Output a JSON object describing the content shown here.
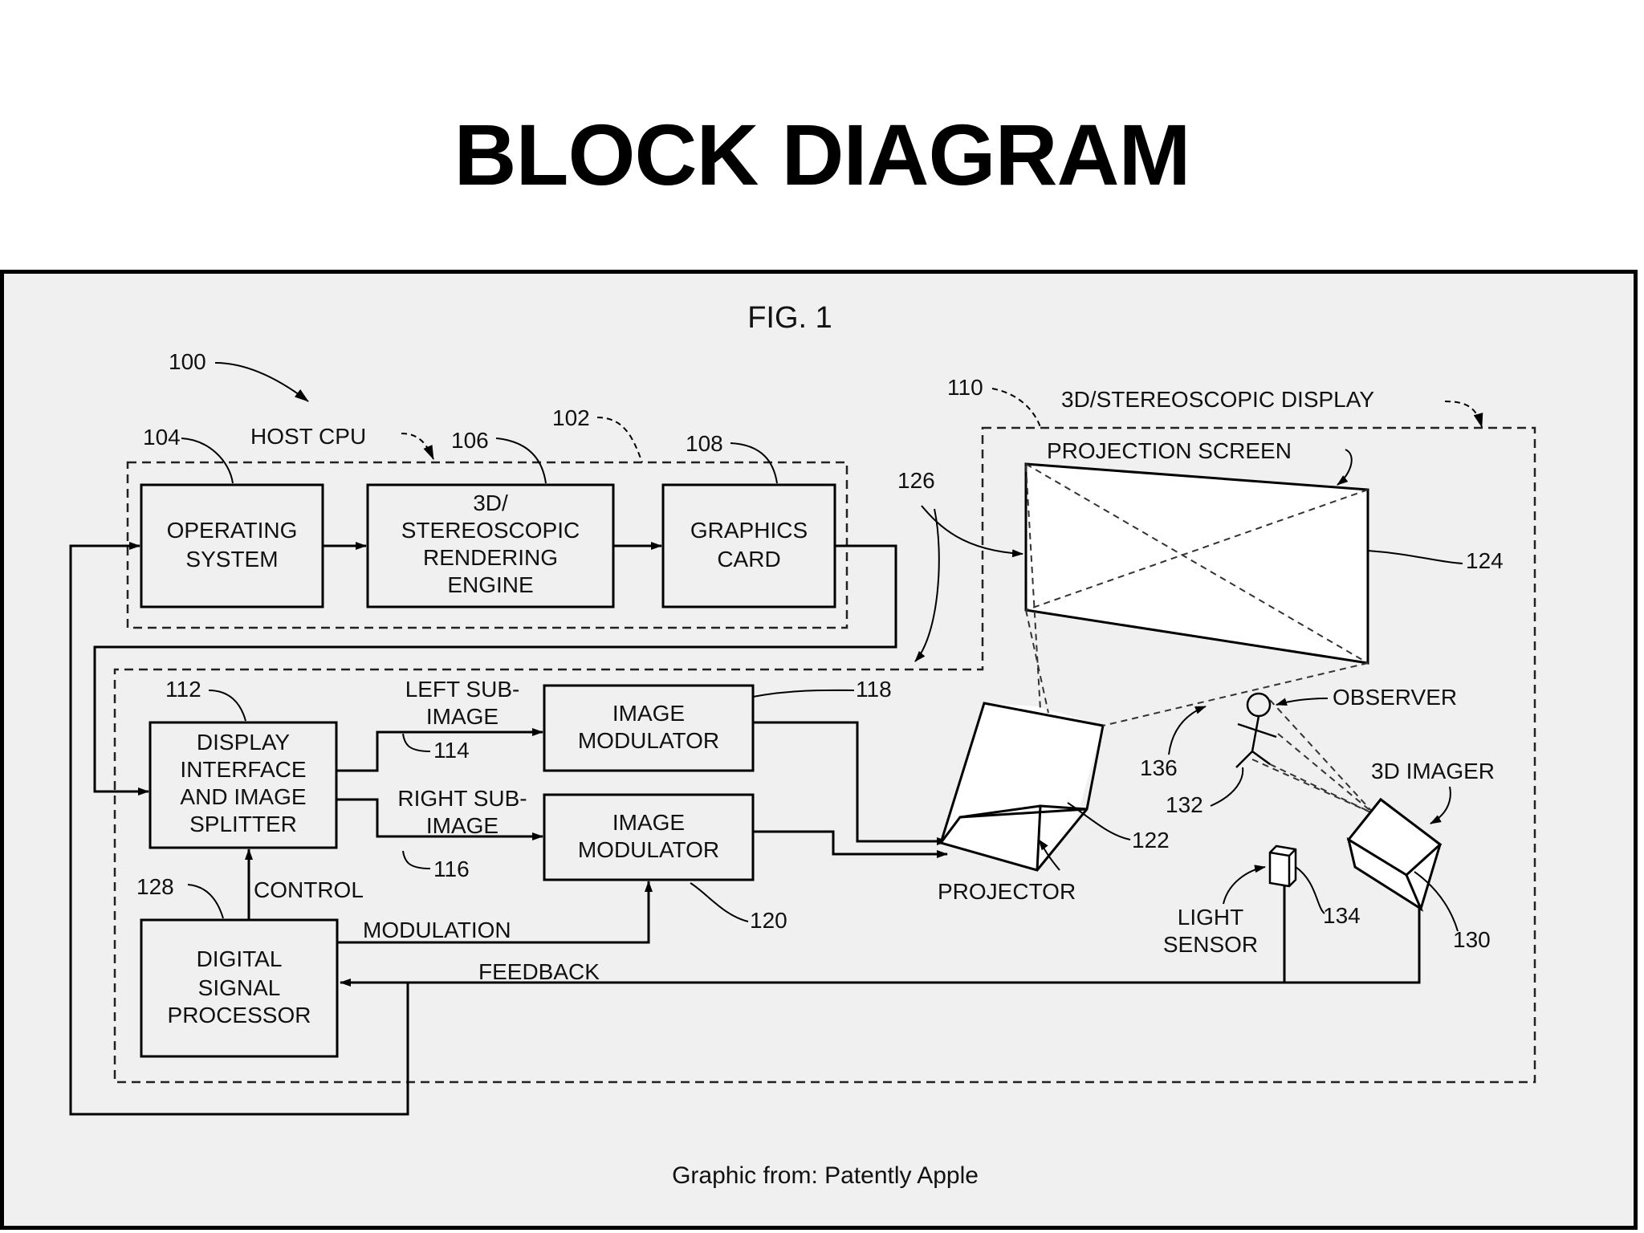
{
  "slide": {
    "title": "BLOCK DIAGRAM"
  },
  "figure": {
    "title": "FIG. 1",
    "caption": "Graphic from: Patently Apple",
    "groups": {
      "host_cpu": "HOST CPU",
      "display": "3D/STEREOSCOPIC DISPLAY"
    },
    "blocks": {
      "os": [
        "OPERATING",
        "SYSTEM"
      ],
      "engine": [
        "3D/",
        "STEREOSCOPIC",
        "RENDERING",
        "ENGINE"
      ],
      "gpu": [
        "GRAPHICS",
        "CARD"
      ],
      "splitter": [
        "DISPLAY",
        "INTERFACE",
        "AND IMAGE",
        "SPLITTER"
      ],
      "mod_top": [
        "IMAGE",
        "MODULATOR"
      ],
      "mod_bottom": [
        "IMAGE",
        "MODULATOR"
      ],
      "dsp": [
        "DIGITAL",
        "SIGNAL",
        "PROCESSOR"
      ]
    },
    "labels": {
      "projection_screen": "PROJECTION SCREEN",
      "observer": "OBSERVER",
      "imager": "3D IMAGER",
      "projector": "PROJECTOR",
      "light_sensor": [
        "LIGHT",
        "SENSOR"
      ],
      "left_sub": [
        "LEFT SUB-",
        "IMAGE"
      ],
      "right_sub": [
        "RIGHT SUB-",
        "IMAGE"
      ],
      "control": "CONTROL",
      "modulation": "MODULATION",
      "feedback": "FEEDBACK"
    },
    "refs": {
      "r100": "100",
      "r102": "102",
      "r104": "104",
      "r106": "106",
      "r108": "108",
      "r110": "110",
      "r112": "112",
      "r114": "114",
      "r116": "116",
      "r118": "118",
      "r120": "120",
      "r122": "122",
      "r124": "124",
      "r126": "126",
      "r128": "128",
      "r130": "130",
      "r132": "132",
      "r134": "134",
      "r136": "136"
    }
  }
}
